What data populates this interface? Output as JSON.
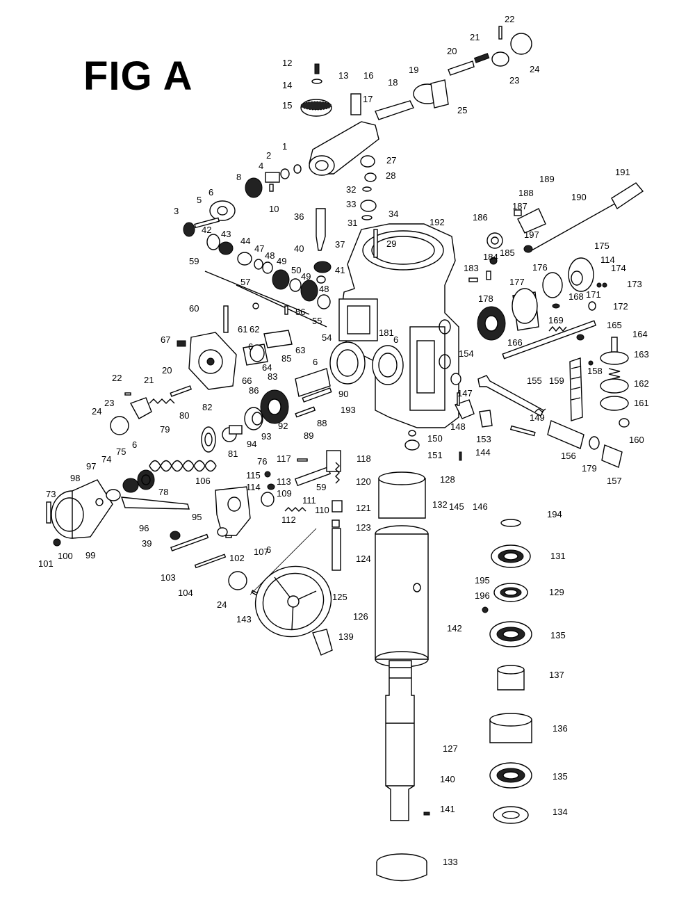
{
  "figure": {
    "title": "FIG A"
  },
  "callouts": [
    {
      "id": "c1",
      "text": "1"
    },
    {
      "id": "c2",
      "text": "2"
    },
    {
      "id": "c3",
      "text": "3"
    },
    {
      "id": "c4",
      "text": "4"
    },
    {
      "id": "c5",
      "text": "5"
    },
    {
      "id": "c6",
      "text": "6"
    },
    {
      "id": "c8",
      "text": "8"
    },
    {
      "id": "c10",
      "text": "10"
    },
    {
      "id": "c12",
      "text": "12"
    },
    {
      "id": "c13",
      "text": "13"
    },
    {
      "id": "c14",
      "text": "14"
    },
    {
      "id": "c15",
      "text": "15"
    },
    {
      "id": "c16",
      "text": "16"
    },
    {
      "id": "c17",
      "text": "17"
    },
    {
      "id": "c18",
      "text": "18"
    },
    {
      "id": "c19",
      "text": "19"
    },
    {
      "id": "c20a",
      "text": "20"
    },
    {
      "id": "c21a",
      "text": "21"
    },
    {
      "id": "c22a",
      "text": "22"
    },
    {
      "id": "c23a",
      "text": "23"
    },
    {
      "id": "c24a",
      "text": "24"
    },
    {
      "id": "c25",
      "text": "25"
    },
    {
      "id": "c27",
      "text": "27"
    },
    {
      "id": "c28",
      "text": "28"
    },
    {
      "id": "c29",
      "text": "29"
    },
    {
      "id": "c31",
      "text": "31"
    },
    {
      "id": "c32",
      "text": "32"
    },
    {
      "id": "c33",
      "text": "33"
    },
    {
      "id": "c34",
      "text": "34"
    },
    {
      "id": "c36",
      "text": "36"
    },
    {
      "id": "c37",
      "text": "37"
    },
    {
      "id": "c40",
      "text": "40"
    },
    {
      "id": "c41",
      "text": "41"
    },
    {
      "id": "c42",
      "text": "42"
    },
    {
      "id": "c43",
      "text": "43"
    },
    {
      "id": "c44",
      "text": "44"
    },
    {
      "id": "c47",
      "text": "47"
    },
    {
      "id": "c48a",
      "text": "48"
    },
    {
      "id": "c49a",
      "text": "49"
    },
    {
      "id": "c50",
      "text": "50"
    },
    {
      "id": "c49b",
      "text": "49"
    },
    {
      "id": "c48b",
      "text": "48"
    },
    {
      "id": "c54",
      "text": "54"
    },
    {
      "id": "c55",
      "text": "55"
    },
    {
      "id": "c56",
      "text": "56"
    },
    {
      "id": "c57",
      "text": "57"
    },
    {
      "id": "c59a",
      "text": "59"
    },
    {
      "id": "c60",
      "text": "60"
    },
    {
      "id": "c61",
      "text": "61"
    },
    {
      "id": "c62",
      "text": "62"
    },
    {
      "id": "c63",
      "text": "63"
    },
    {
      "id": "c64",
      "text": "64"
    },
    {
      "id": "c66",
      "text": "66"
    },
    {
      "id": "c67",
      "text": "67"
    },
    {
      "id": "c6b",
      "text": "6"
    },
    {
      "id": "c85",
      "text": "85"
    },
    {
      "id": "c6c",
      "text": "6"
    },
    {
      "id": "c83",
      "text": "83"
    },
    {
      "id": "c86",
      "text": "86"
    },
    {
      "id": "c90",
      "text": "90"
    },
    {
      "id": "c193",
      "text": "193"
    },
    {
      "id": "c88",
      "text": "88"
    },
    {
      "id": "c89",
      "text": "89"
    },
    {
      "id": "c92",
      "text": "92"
    },
    {
      "id": "c93",
      "text": "93"
    },
    {
      "id": "c94",
      "text": "94"
    },
    {
      "id": "c81",
      "text": "81"
    },
    {
      "id": "c82",
      "text": "82"
    },
    {
      "id": "c80",
      "text": "80"
    },
    {
      "id": "c79",
      "text": "79"
    },
    {
      "id": "c22b",
      "text": "22"
    },
    {
      "id": "c21b",
      "text": "21"
    },
    {
      "id": "c20b",
      "text": "20"
    },
    {
      "id": "c23b",
      "text": "23"
    },
    {
      "id": "c24b",
      "text": "24"
    },
    {
      "id": "c6d",
      "text": "6"
    },
    {
      "id": "c75",
      "text": "75"
    },
    {
      "id": "c74",
      "text": "74"
    },
    {
      "id": "c78",
      "text": "78"
    },
    {
      "id": "c97",
      "text": "97"
    },
    {
      "id": "c98",
      "text": "98"
    },
    {
      "id": "c73",
      "text": "73"
    },
    {
      "id": "c96",
      "text": "96"
    },
    {
      "id": "c95",
      "text": "95"
    },
    {
      "id": "c99",
      "text": "99"
    },
    {
      "id": "c100",
      "text": "100"
    },
    {
      "id": "c101",
      "text": "101"
    },
    {
      "id": "c106",
      "text": "106"
    },
    {
      "id": "c107",
      "text": "107"
    },
    {
      "id": "c102",
      "text": "102"
    },
    {
      "id": "c39",
      "text": "39"
    },
    {
      "id": "c103",
      "text": "103"
    },
    {
      "id": "c104",
      "text": "104"
    },
    {
      "id": "c24c",
      "text": "24"
    },
    {
      "id": "c143",
      "text": "143"
    },
    {
      "id": "c117",
      "text": "117"
    },
    {
      "id": "c118",
      "text": "118"
    },
    {
      "id": "c76",
      "text": "76"
    },
    {
      "id": "c115",
      "text": "115"
    },
    {
      "id": "c114",
      "text": "114"
    },
    {
      "id": "c113",
      "text": "113"
    },
    {
      "id": "c109",
      "text": "109"
    },
    {
      "id": "c59b",
      "text": "59"
    },
    {
      "id": "c120",
      "text": "120"
    },
    {
      "id": "c111",
      "text": "111"
    },
    {
      "id": "c110",
      "text": "110"
    },
    {
      "id": "c112",
      "text": "112"
    },
    {
      "id": "c6e",
      "text": "6"
    },
    {
      "id": "c121",
      "text": "121"
    },
    {
      "id": "c123",
      "text": "123"
    },
    {
      "id": "c124",
      "text": "124"
    },
    {
      "id": "c125",
      "text": "125"
    },
    {
      "id": "c126",
      "text": "126"
    },
    {
      "id": "c139",
      "text": "139"
    },
    {
      "id": "c128",
      "text": "128"
    },
    {
      "id": "c132",
      "text": "132"
    },
    {
      "id": "c145",
      "text": "145"
    },
    {
      "id": "c146",
      "text": "146"
    },
    {
      "id": "c142",
      "text": "142"
    },
    {
      "id": "c127",
      "text": "127"
    },
    {
      "id": "c140",
      "text": "140"
    },
    {
      "id": "c141",
      "text": "141"
    },
    {
      "id": "c133",
      "text": "133"
    },
    {
      "id": "c150",
      "text": "150"
    },
    {
      "id": "c151",
      "text": "151"
    },
    {
      "id": "c144",
      "text": "144"
    },
    {
      "id": "c147",
      "text": "147"
    },
    {
      "id": "c148",
      "text": "148"
    },
    {
      "id": "c153",
      "text": "153"
    },
    {
      "id": "c149",
      "text": "149"
    },
    {
      "id": "c154",
      "text": "154"
    },
    {
      "id": "c155",
      "text": "155"
    },
    {
      "id": "c156",
      "text": "156"
    },
    {
      "id": "c179",
      "text": "179"
    },
    {
      "id": "c157",
      "text": "157"
    },
    {
      "id": "c159",
      "text": "159"
    },
    {
      "id": "c158",
      "text": "158"
    },
    {
      "id": "c160",
      "text": "160"
    },
    {
      "id": "c161",
      "text": "161"
    },
    {
      "id": "c162",
      "text": "162"
    },
    {
      "id": "c163",
      "text": "163"
    },
    {
      "id": "c164",
      "text": "164"
    },
    {
      "id": "c165",
      "text": "165"
    },
    {
      "id": "c166",
      "text": "166"
    },
    {
      "id": "c178",
      "text": "178"
    },
    {
      "id": "c181",
      "text": "181"
    },
    {
      "id": "c6f",
      "text": "6"
    },
    {
      "id": "c183",
      "text": "183"
    },
    {
      "id": "c184",
      "text": "184"
    },
    {
      "id": "c185",
      "text": "185"
    },
    {
      "id": "c186",
      "text": "186"
    },
    {
      "id": "c187",
      "text": "187"
    },
    {
      "id": "c188",
      "text": "188"
    },
    {
      "id": "c189",
      "text": "189"
    },
    {
      "id": "c190",
      "text": "190"
    },
    {
      "id": "c191",
      "text": "191"
    },
    {
      "id": "c192",
      "text": "192"
    },
    {
      "id": "c197",
      "text": "197"
    },
    {
      "id": "c175",
      "text": "175"
    },
    {
      "id": "c176",
      "text": "176"
    },
    {
      "id": "c177",
      "text": "177"
    },
    {
      "id": "c114b",
      "text": "114"
    },
    {
      "id": "c174",
      "text": "174"
    },
    {
      "id": "c173",
      "text": "173"
    },
    {
      "id": "c168",
      "text": "168"
    },
    {
      "id": "c171",
      "text": "171"
    },
    {
      "id": "c172",
      "text": "172"
    },
    {
      "id": "c169",
      "text": "169"
    },
    {
      "id": "c194",
      "text": "194"
    },
    {
      "id": "c131",
      "text": "131"
    },
    {
      "id": "c195",
      "text": "195"
    },
    {
      "id": "c196",
      "text": "196"
    },
    {
      "id": "c129",
      "text": "129"
    },
    {
      "id": "c135a",
      "text": "135"
    },
    {
      "id": "c137",
      "text": "137"
    },
    {
      "id": "c136",
      "text": "136"
    },
    {
      "id": "c135b",
      "text": "135"
    },
    {
      "id": "c134",
      "text": "134"
    }
  ]
}
